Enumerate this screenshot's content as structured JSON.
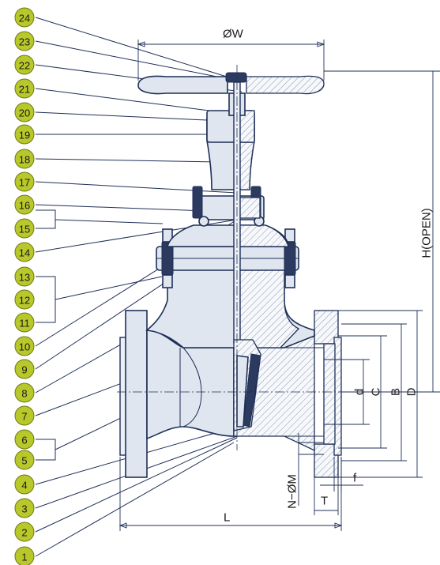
{
  "callouts": [
    "24",
    "23",
    "22",
    "21",
    "20",
    "19",
    "18",
    "17",
    "16",
    "15",
    "14",
    "13",
    "12",
    "11",
    "10",
    "9",
    "8",
    "7",
    "6",
    "5",
    "4",
    "3",
    "2",
    "1"
  ],
  "dimensions": {
    "handwheel_diameter": "ØW",
    "height_open": "H(OPEN)",
    "bore": "d",
    "bolt_circle": "C",
    "raised_face": "B",
    "flange_outer": "D",
    "bolt_holes": "N−ØM",
    "raised_face_height": "f",
    "flange_thickness": "T",
    "face_to_face": "L"
  },
  "colors": {
    "callout_fill": "#b8c82a",
    "line": "#1f2f57",
    "body_fill": "#dfe6ef"
  }
}
